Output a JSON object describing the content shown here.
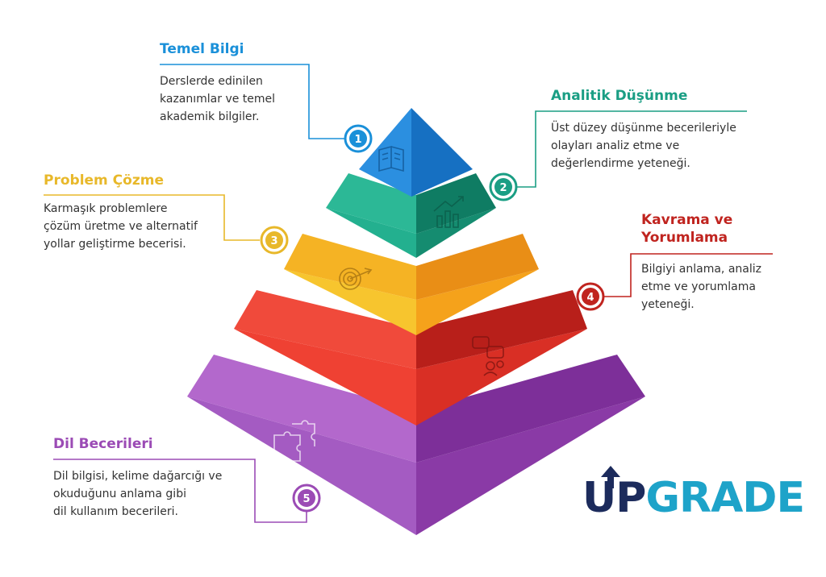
{
  "colors": {
    "temel": "#1a90d9",
    "analitik": "#1a9e84",
    "problem": "#e8b82a",
    "kavrama": "#c0241f",
    "dil": "#9b4bb5",
    "logo_up": "#1c2b5c",
    "logo_grade": "#1ea3c9"
  },
  "levels": [
    {
      "number": "1",
      "title": "Temel Bilgi",
      "description": [
        "Derslerde edinilen",
        "kazanımlar ve temel",
        "akademik bilgiler."
      ],
      "icon": "book-icon"
    },
    {
      "number": "2",
      "title": "Analitik Düşünme",
      "description": [
        "Üst düzey düşünme becerileriyle",
        "olayları analiz etme ve",
        "değerlendirme yeteneği."
      ],
      "icon": "chart-icon"
    },
    {
      "number": "3",
      "title": "Problem Çözme",
      "description": [
        "Karmaşık problemlere",
        "çözüm üretme ve alternatif",
        "yollar geliştirme becerisi."
      ],
      "icon": "target-icon"
    },
    {
      "number": "4",
      "title": [
        "Kavrama ve",
        "Yorumlama"
      ],
      "description": [
        "Bilgiyi anlama, analiz",
        "etme ve yorumlama",
        "yeteneği."
      ],
      "icon": "discussion-icon"
    },
    {
      "number": "5",
      "title": "Dil Becerileri",
      "description": [
        "Dil bilgisi, kelime dağarcığı ve",
        "okuduğunu anlama gibi",
        "dil kullanım becerileri."
      ],
      "icon": "puzzle-icon"
    }
  ],
  "logo": {
    "up": "UP",
    "grade": "GRADE"
  }
}
